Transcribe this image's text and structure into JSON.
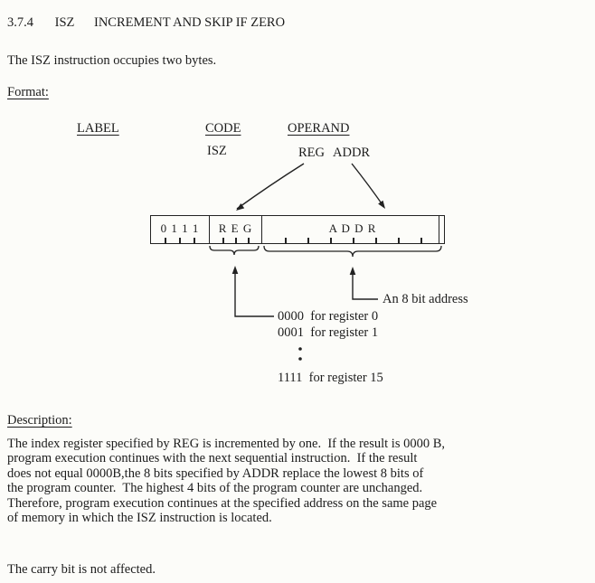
{
  "doc": {
    "section_number": "3.7.4",
    "section_code": "ISZ",
    "section_title": "INCREMENT AND SKIP IF ZERO",
    "intro": "The ISZ instruction occupies two bytes.",
    "format_heading": "Format:",
    "table": {
      "col_label": "LABEL",
      "col_code": "CODE",
      "col_operand": "OPERAND",
      "code_value": "ISZ",
      "operand_reg": "REG",
      "operand_addr": "ADDR"
    },
    "bitfield": {
      "opcode": "0 1 1 1",
      "reg": "R E G",
      "addr": "A D D R"
    },
    "callouts": {
      "addr_note": "An 8 bit address",
      "reg_list": [
        "0000  for register 0",
        "0001  for register 1",
        "1111  for register 15"
      ]
    },
    "description_heading": "Description:",
    "description_lines": [
      "The index register specified by REG is incremented by one.  If the result is 0000 B,",
      "program execution continues with the next sequential instruction.  If the result",
      "does not equal 0000B,the 8 bits specified by ADDR replace the lowest 8 bits of",
      "the program counter.  The highest 4 bits of the program counter are unchanged.",
      "Therefore, program execution continues at the specified address on the same page",
      "of memory in which the ISZ instruction is located."
    ],
    "carry_note": "The carry bit is not affected.",
    "colors": {
      "ink": "#1c1c1c",
      "paper": "#fcfcf9"
    }
  }
}
